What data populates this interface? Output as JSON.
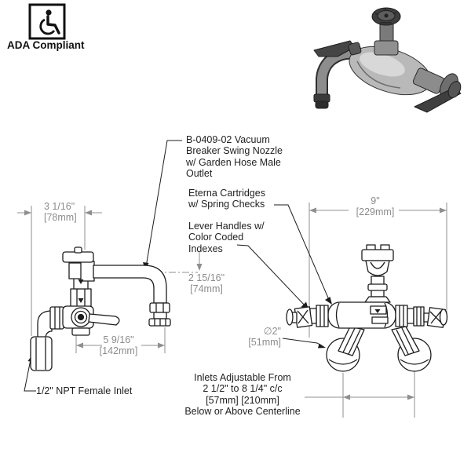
{
  "ada": {
    "label": "ADA Compliant"
  },
  "callouts": {
    "nozzle": "B-0409-02 Vacuum\nBreaker Swing Nozzle\nw/ Garden Hose Male\nOutlet",
    "cartridges": "Eterna Cartridges\nw/ Spring Checks",
    "handles": "Lever Handles w/\nColor Coded\nIndexes",
    "inlet": "1/2\" NPT Female Inlet",
    "adjustability": "Inlets Adjustable From\n2 1/2\" to 8 1/4\" c/c\n[57mm] [210mm]\nBelow or Above Centerline"
  },
  "dimensions": {
    "wall_to_center": {
      "inches": "3 1/16\"",
      "mm": "[78mm]"
    },
    "spout_drop": {
      "inches": "2 15/16\"",
      "mm": "[74mm]"
    },
    "spout_reach": {
      "inches": "5 9/16\"",
      "mm": "[142mm]"
    },
    "overall_width": {
      "inches": "9\"",
      "mm": "[229mm]"
    },
    "handle_diameter": {
      "inches": "∅2\"",
      "mm": "[51mm]"
    }
  },
  "icons": {
    "wheelchair": "wheelchair-icon"
  },
  "colors": {
    "line": "#1c1c1c",
    "dimension": "#8c8c8c",
    "background": "#ffffff"
  }
}
